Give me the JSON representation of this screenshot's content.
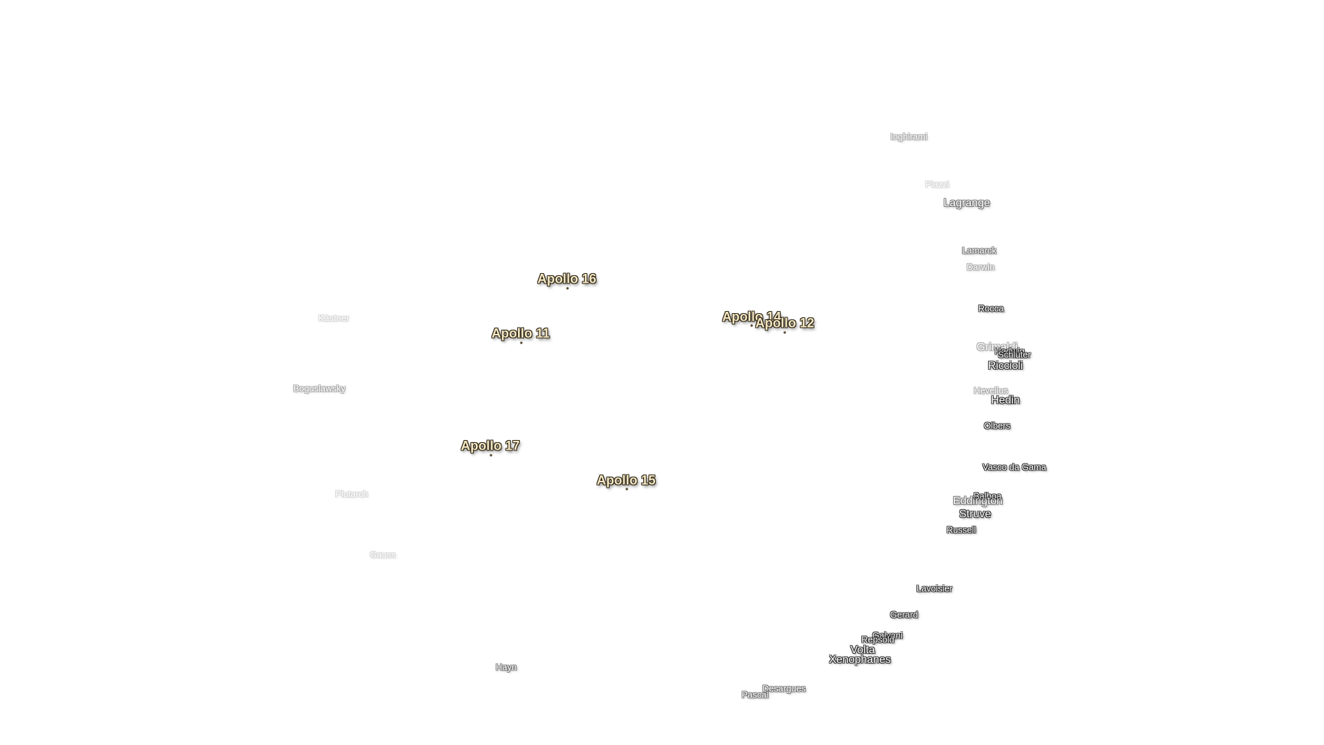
{
  "map": {
    "colors": {
      "background": "#ffffff",
      "crater_text": "#ffffff",
      "apollo_text": "#f3e7c4",
      "halo": "#222222"
    },
    "apollo_sites": [
      {
        "id": "apollo-16",
        "name": "Apollo 16"
      },
      {
        "id": "apollo-11",
        "name": "Apollo 11"
      },
      {
        "id": "apollo-14",
        "name": "Apollo 14"
      },
      {
        "id": "apollo-12",
        "name": "Apollo 12"
      },
      {
        "id": "apollo-17",
        "name": "Apollo 17"
      },
      {
        "id": "apollo-15",
        "name": "Apollo 15"
      }
    ],
    "craters": [
      {
        "id": "inghirami",
        "name": "Inghirami"
      },
      {
        "id": "piazzi",
        "name": "Piazzi"
      },
      {
        "id": "lagrange",
        "name": "Lagrange"
      },
      {
        "id": "lamarck",
        "name": "Lamarck"
      },
      {
        "id": "darwin",
        "name": "Darwin"
      },
      {
        "id": "rocca",
        "name": "Rocca"
      },
      {
        "id": "grimaldi",
        "name": "Grimaldi"
      },
      {
        "id": "hedwig",
        "name": "Hedwig"
      },
      {
        "id": "schluter",
        "name": "Schlüter"
      },
      {
        "id": "riccioli",
        "name": "Riccioli"
      },
      {
        "id": "hevelius",
        "name": "Hevelius"
      },
      {
        "id": "hedin",
        "name": "Hedin"
      },
      {
        "id": "olbers",
        "name": "Olbers"
      },
      {
        "id": "vasco-da-gama",
        "name": "Vasco da Gama"
      },
      {
        "id": "balboa",
        "name": "Balboa"
      },
      {
        "id": "eddington",
        "name": "Eddington"
      },
      {
        "id": "struve",
        "name": "Struve"
      },
      {
        "id": "russell",
        "name": "Russell"
      },
      {
        "id": "lavoisier",
        "name": "Lavoisier"
      },
      {
        "id": "gerard",
        "name": "Gerard"
      },
      {
        "id": "galvani",
        "name": "Galvani"
      },
      {
        "id": "repsold",
        "name": "Repsold"
      },
      {
        "id": "volta",
        "name": "Volta"
      },
      {
        "id": "xenophanes",
        "name": "Xenophanes"
      },
      {
        "id": "desargues",
        "name": "Desargues"
      },
      {
        "id": "pascal",
        "name": "Pascal"
      },
      {
        "id": "kastner",
        "name": "Kästner"
      },
      {
        "id": "boguslawsky",
        "name": "Boguslawsky"
      },
      {
        "id": "plutarch",
        "name": "Plutarch"
      },
      {
        "id": "gauss",
        "name": "Gauss"
      },
      {
        "id": "hayn",
        "name": "Hayn"
      }
    ]
  }
}
